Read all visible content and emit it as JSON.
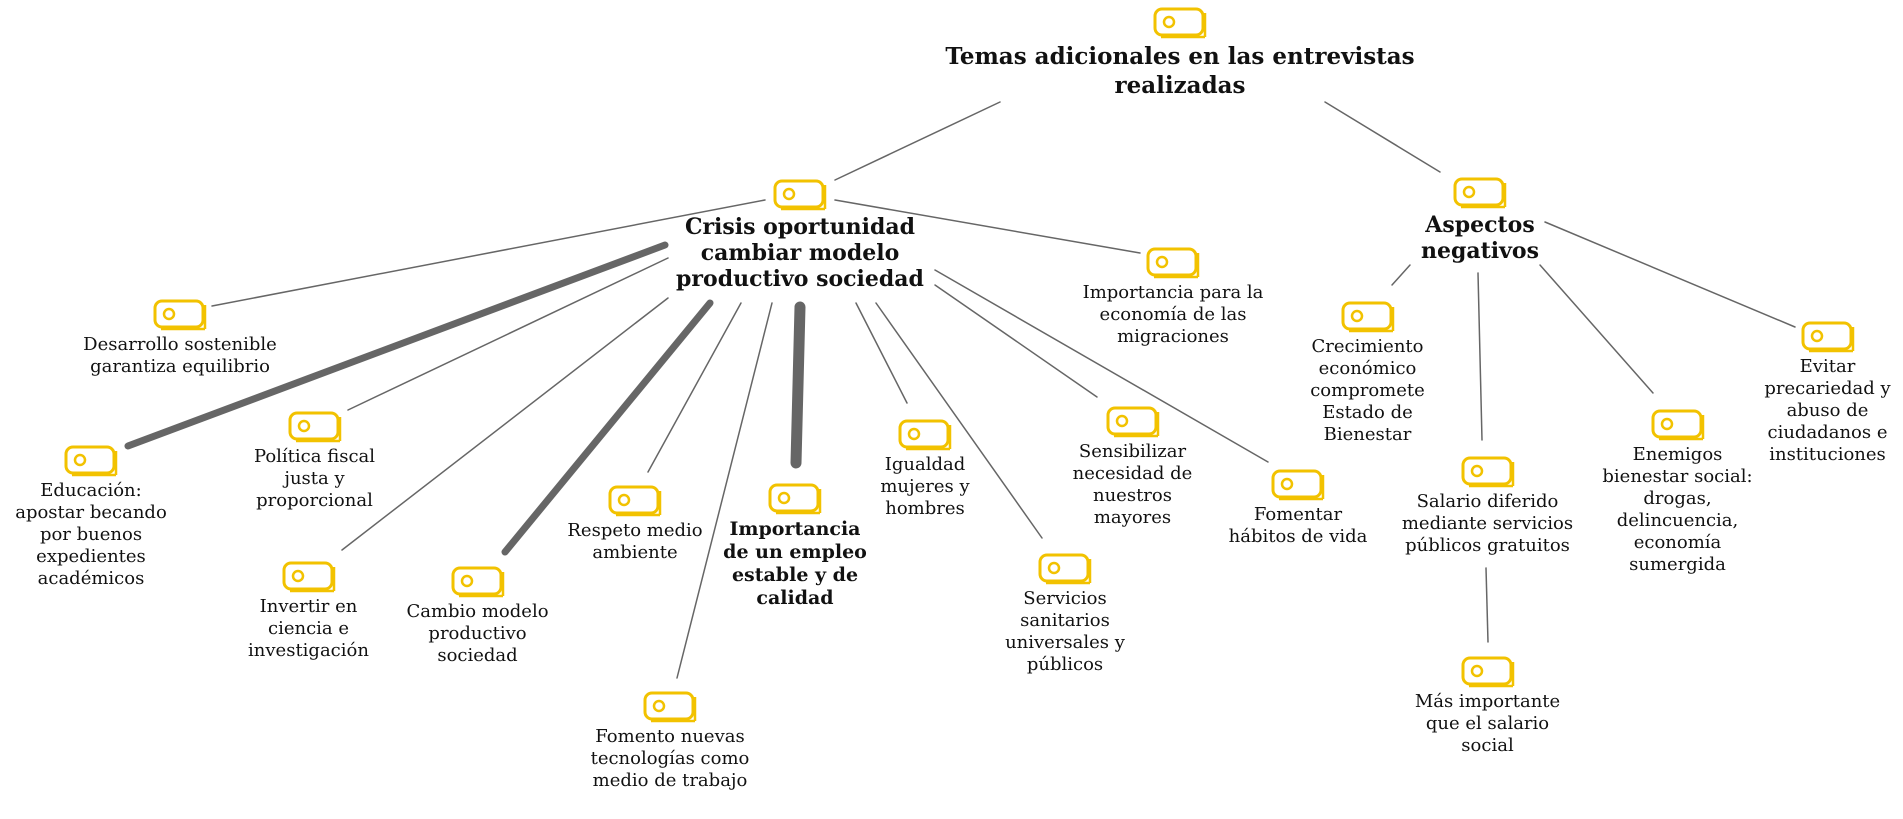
{
  "colors": {
    "tag": "#f2c200",
    "line": "#666666",
    "text": "#111111"
  },
  "nodes": {
    "root": "Temas adicionales en las entrevistas realizadas",
    "crisis": "Crisis oportunidad cambiar modelo productivo sociedad",
    "negativos": "Aspectos negativos",
    "desarrollo": "Desarrollo sostenible garantiza equilibrio",
    "educacion": "Educación: apostar becando por buenos expedientes académicos",
    "politica": "Política fiscal justa y proporcional",
    "invertir": "Invertir en ciencia e investigación",
    "cambio": "Cambio modelo productivo sociedad",
    "respeto": "Respeto medio ambiente",
    "fomento": "Fomento nuevas tecnologías como medio de trabajo",
    "empleo": "Importancia de un empleo estable y de calidad",
    "igualdad": "Igualdad mujeres y hombres",
    "sanitarios": "Servicios sanitarios universales y públicos",
    "sensibilizar": "Sensibilizar necesidad de nuestros mayores",
    "fomentar": "Fomentar hábitos de vida",
    "migraciones": "Importancia para la economía de las migraciones",
    "crecimiento": "Crecimiento económico compromete Estado de Bienestar",
    "salario": "Salario diferido mediante servicios públicos gratuitos",
    "masimportante": "Más importante que el salario social",
    "enemigos": "Enemigos bienestar social: drogas, delincuencia, economía sumergida",
    "evitar": "Evitar precariedad y abuso de ciudadanos e instituciones"
  }
}
